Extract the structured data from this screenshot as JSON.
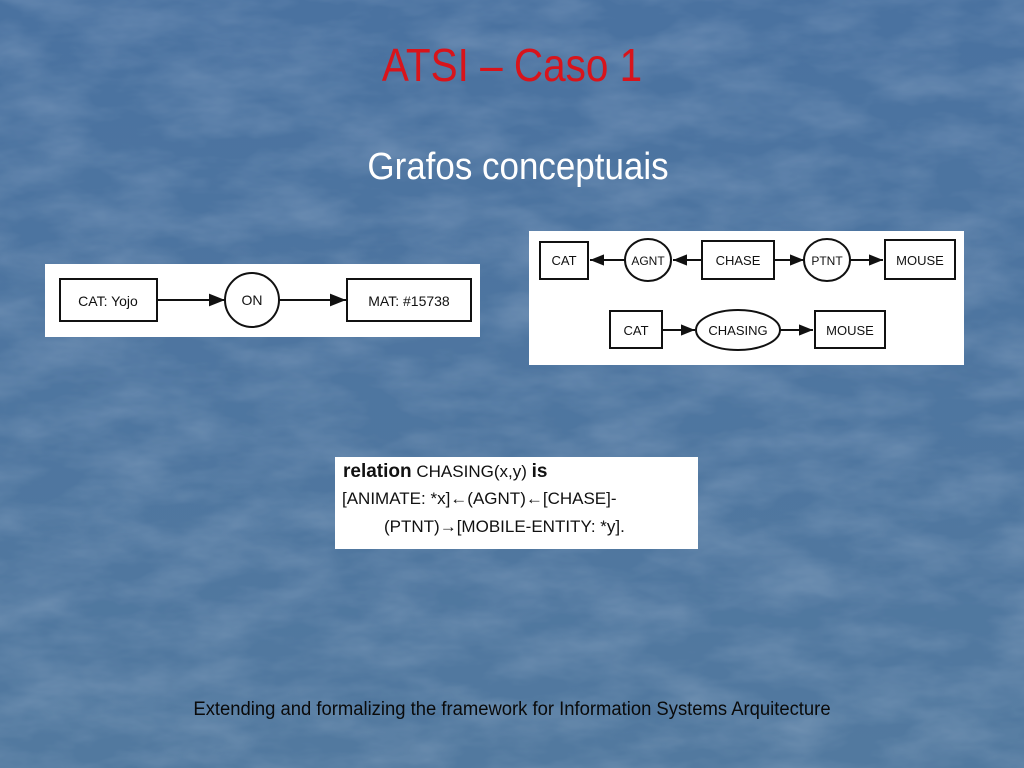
{
  "slide": {
    "title": "ATSI – Caso 1",
    "subtitle": "Grafos conceptuais",
    "footer": "Extending and formalizing the framework for Information Systems Arquitecture"
  },
  "graph1": {
    "concept_left": "CAT: Yojo",
    "relation": "ON",
    "concept_right": "MAT: #15738"
  },
  "graph2": {
    "row1": {
      "cat": "CAT",
      "agnt": "AGNT",
      "chase": "CHASE",
      "ptnt": "PTNT",
      "mouse": "MOUSE"
    },
    "row2": {
      "cat": "CAT",
      "chasing": "CHASING",
      "mouse": "MOUSE"
    }
  },
  "relation_def": {
    "line1_kw1": "relation",
    "line1_name": "CHASING(x,y)",
    "line1_kw2": "is",
    "line2": "[ANIMATE: *x]←(AGNT)←[CHASE]-",
    "line3": "(PTNT)→[MOBILE-ENTITY: *y]."
  },
  "colors": {
    "background": "#4f77a5",
    "title": "#d8141b",
    "subtitle": "#ffffff"
  }
}
